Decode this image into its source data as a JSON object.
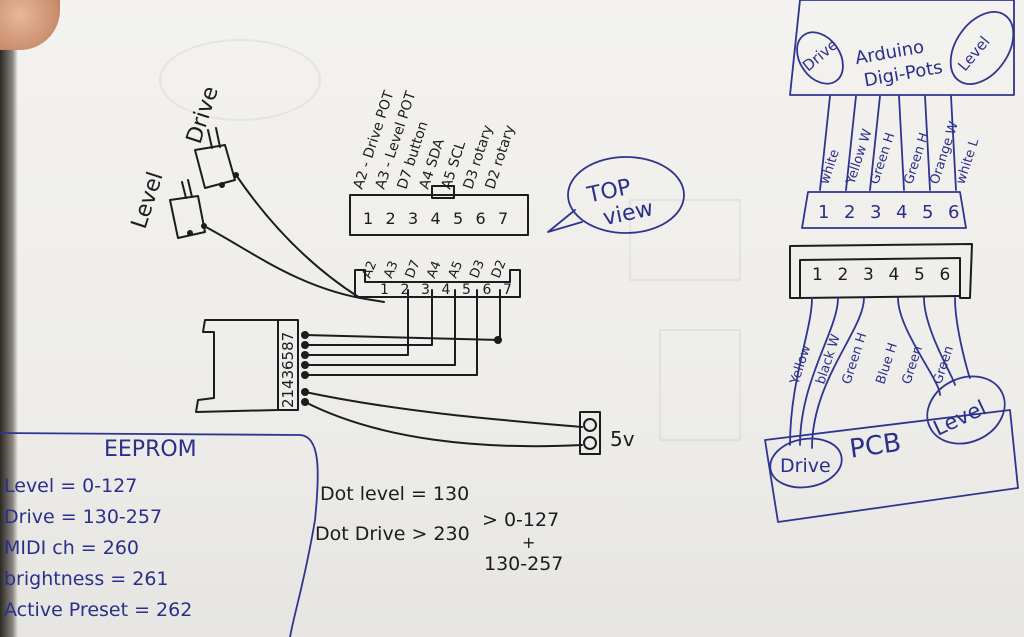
{
  "drawing": {
    "pot_labels": {
      "drive": "Drive",
      "level": "Level"
    },
    "top_header": {
      "pin_labels": [
        "A2 - Drive POT",
        "A3 - Level POT",
        "D7 button",
        "A4 SDA",
        "A5 SCL",
        "D3 rotary",
        "D2 rotary"
      ],
      "pin_numbers": [
        "1",
        "2",
        "3",
        "4",
        "5",
        "6",
        "7"
      ]
    },
    "lower_header": {
      "pin_labels": [
        "A2",
        "A3",
        "D7",
        "A4",
        "A5",
        "D3",
        "D2"
      ],
      "pin_numbers": [
        "1",
        "2",
        "3",
        "4",
        "5",
        "6",
        "7"
      ]
    },
    "side_connector": {
      "top_digits": "6587",
      "bottom_digits": "2143"
    },
    "power_label": "5v",
    "top_view_label": {
      "line1": "TOP",
      "line2": "view"
    },
    "arduino_box": {
      "line1": "Arduino",
      "line2": "Digi-Pots",
      "drive": "Drive",
      "level": "Level"
    },
    "upper_wires": [
      "white",
      "Yellow W",
      "Green H",
      "Green H",
      "Orange W",
      "white L"
    ],
    "plug_upper_numbers": [
      "1",
      "2",
      "3",
      "4",
      "5",
      "6"
    ],
    "plug_lower_numbers": [
      "1",
      "2",
      "3",
      "4",
      "5",
      "6"
    ],
    "lower_wires": [
      "Yellow",
      "black W",
      "Green H",
      "Blue H",
      "Green",
      "Green"
    ],
    "pcb_box": {
      "label": "PCB",
      "drive": "Drive",
      "level": "Level"
    },
    "eeprom": {
      "title": "EEPROM",
      "lines": [
        "Level = 0-127",
        "Drive = 130-257",
        "MIDI ch = 260",
        "brightness = 261",
        "Active Preset = 262"
      ]
    },
    "defaults": {
      "line1": "Dot level = 130",
      "line2": "Dot Drive > 230",
      "range1": "> 0-127",
      "amp": "+",
      "range2": "130-257"
    },
    "colors": {
      "pencil": "#1c1b20",
      "pen_blue": "#2b2f8c",
      "paper": "#f0efeb"
    }
  }
}
